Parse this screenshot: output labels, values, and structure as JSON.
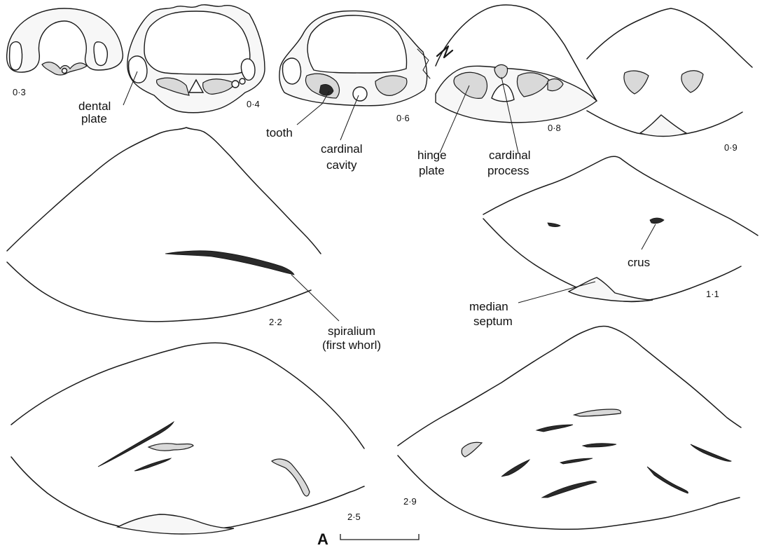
{
  "panel_letter": "A",
  "section_numbers": {
    "s03": "0·3",
    "s04": "0·4",
    "s06": "0·6",
    "s08": "0·8",
    "s09": "0·9",
    "s11": "1·1",
    "s22": "2·2",
    "s25": "2·5",
    "s29": "2·9"
  },
  "labels": {
    "dental_plate_l1": "dental",
    "dental_plate_l2": "plate",
    "tooth": "tooth",
    "cardinal_cavity_l1": "cardinal",
    "cardinal_cavity_l2": "cavity",
    "hinge_plate_l1": "hinge",
    "hinge_plate_l2": "plate",
    "cardinal_process_l1": "cardinal",
    "cardinal_process_l2": "process",
    "crus": "crus",
    "median_septum_l1": "median",
    "median_septum_l2": "septum",
    "spiralium_l1": "spiralium",
    "spiralium_l2": "(first whorl)"
  }
}
